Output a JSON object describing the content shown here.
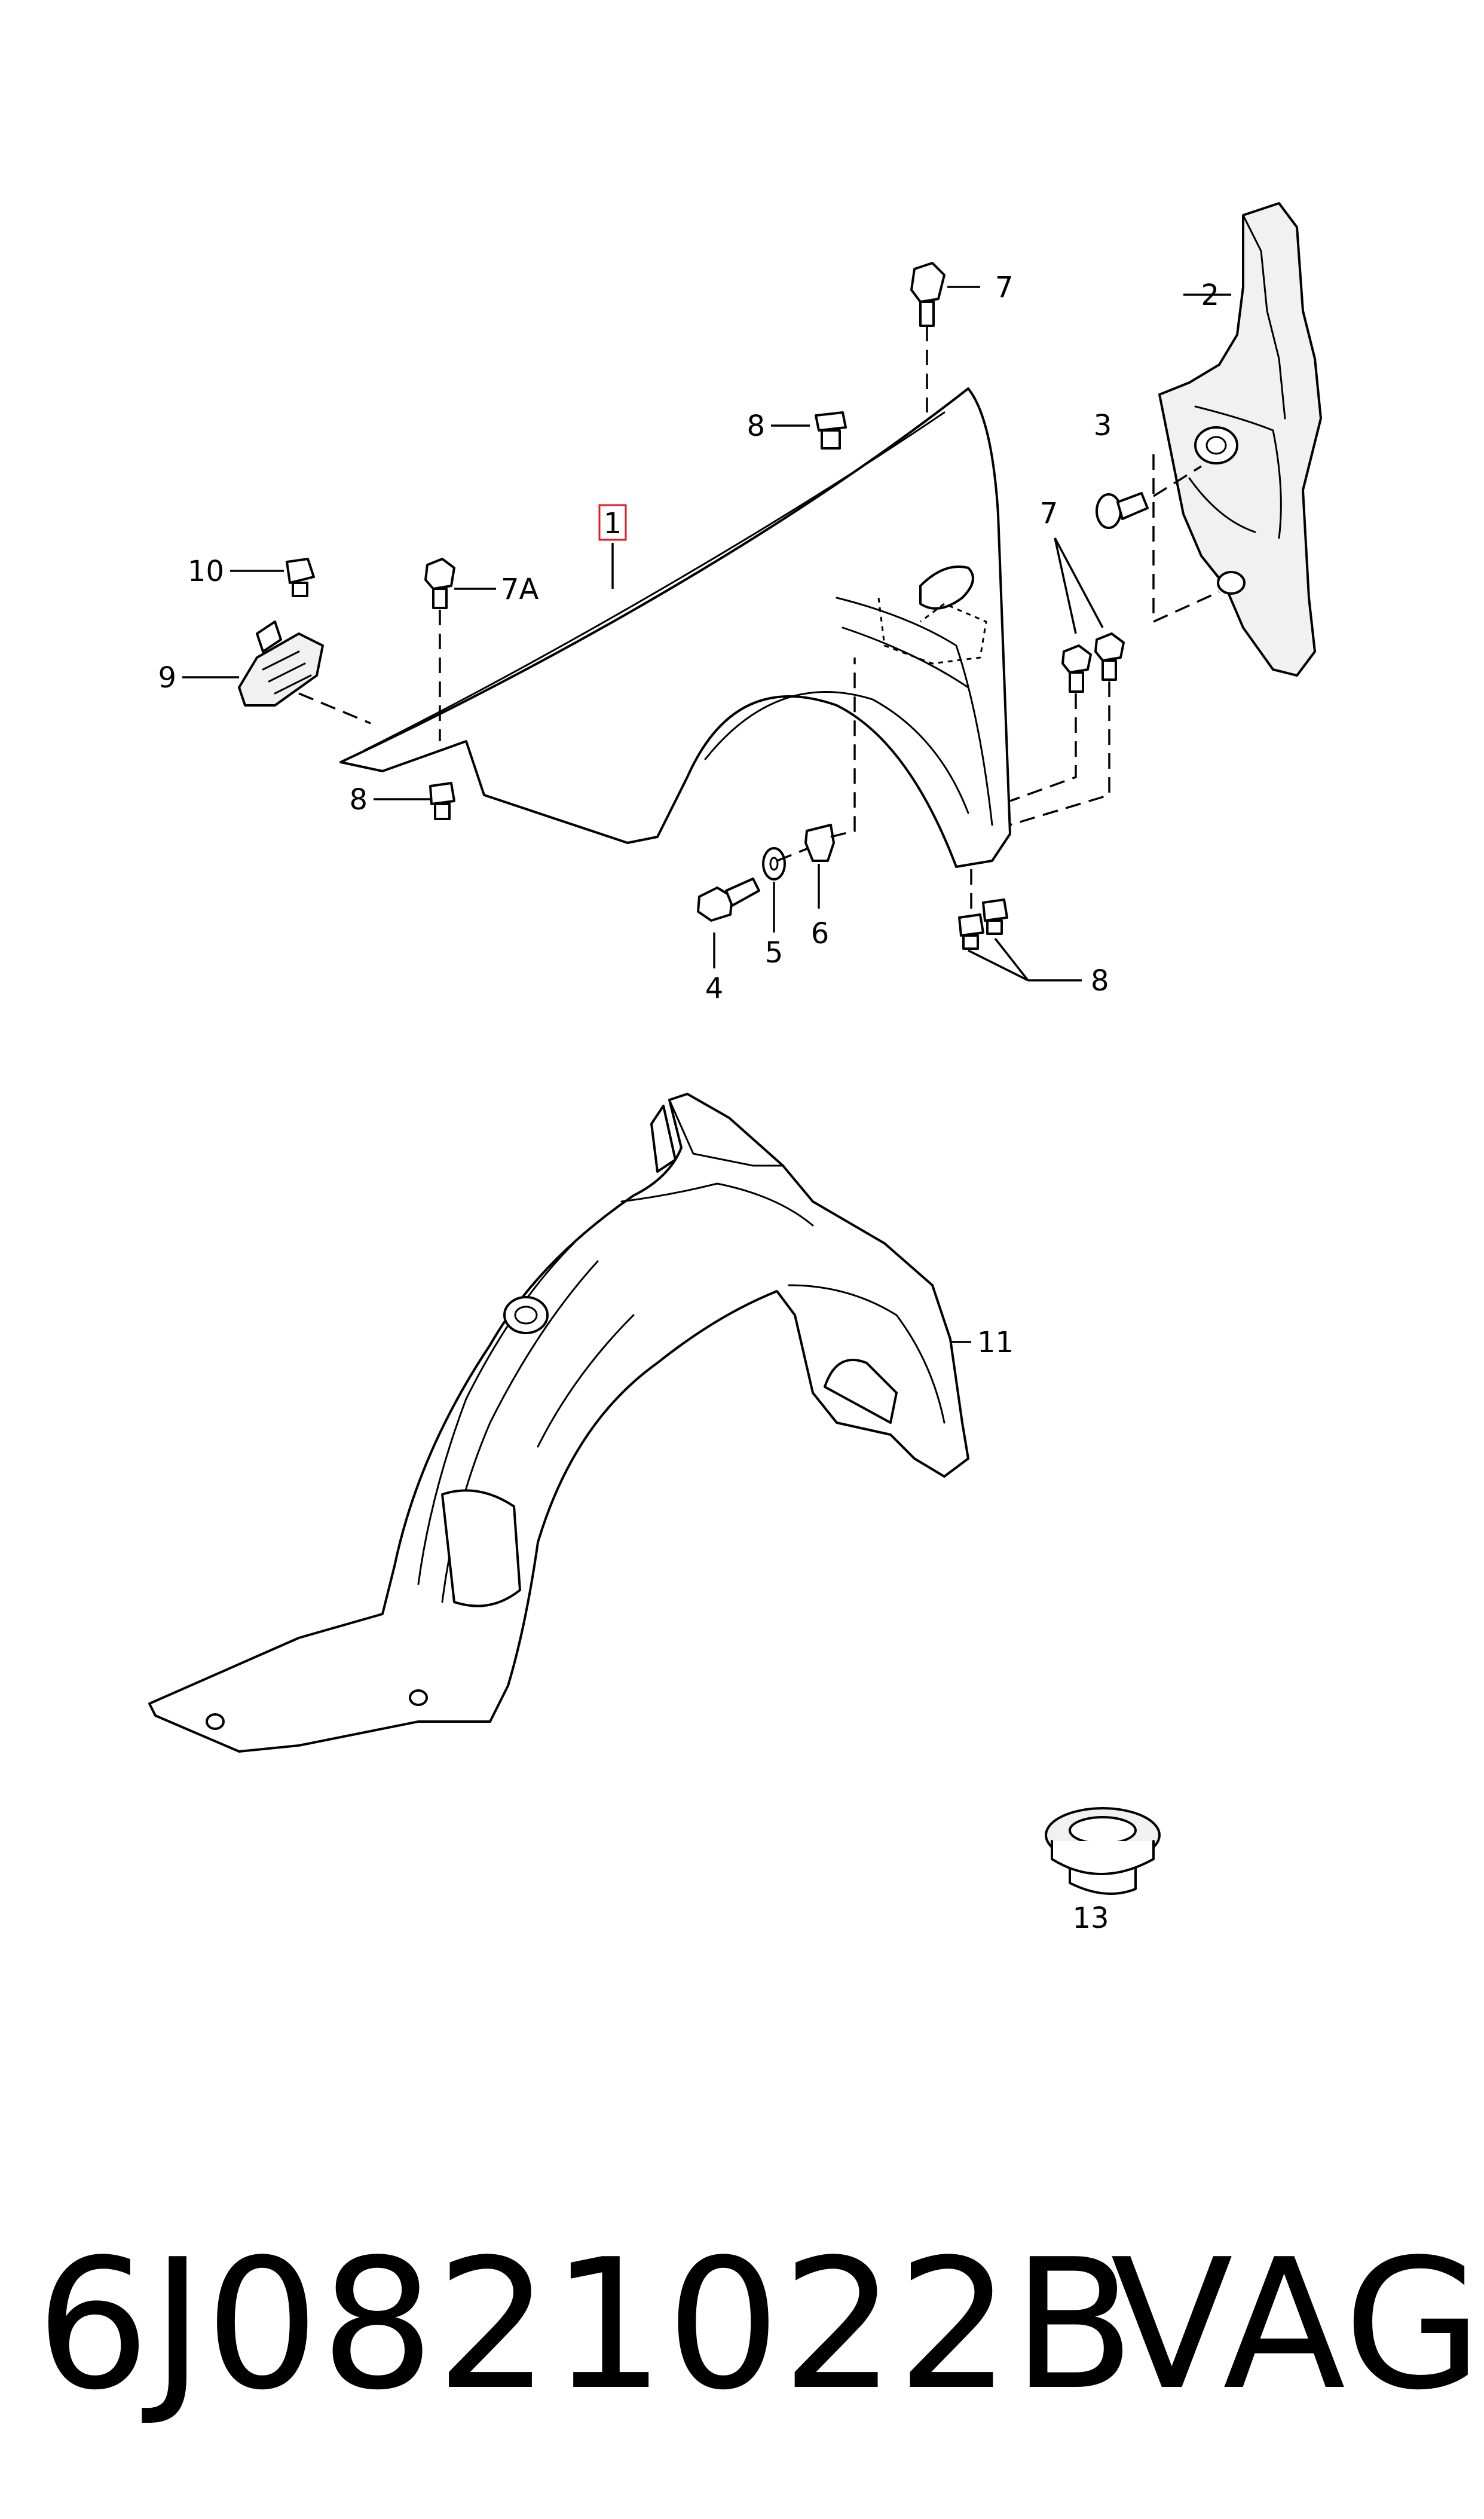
{
  "callouts": {
    "c1": "1",
    "c2": "2",
    "c3": "3",
    "c4": "4",
    "c5": "5",
    "c6": "6",
    "c7_top": "7",
    "c7_right": "7",
    "c7a": "7A",
    "c8_top": "8",
    "c8_left": "8",
    "c8_bottom": "8",
    "c9": "9",
    "c10": "10",
    "c11": "11",
    "c13": "13"
  },
  "footer": {
    "part_number": "6J0821022B",
    "brand": "VAG"
  },
  "colors": {
    "line": "#000000",
    "highlight_box": "#e31b23",
    "background": "#ffffff"
  }
}
